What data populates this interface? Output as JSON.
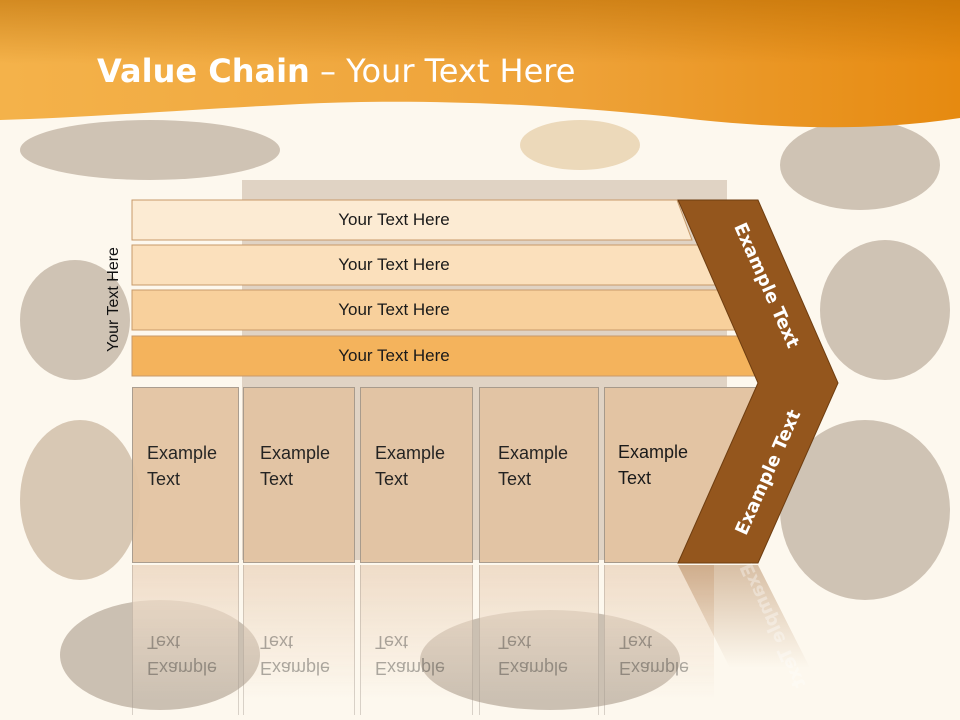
{
  "slide": {
    "title_bold": "Value Chain",
    "title_rest": " – Your Text Here",
    "vertical_label": "Your Text Here",
    "rows": [
      {
        "label": "Your Text Here",
        "fill": "#fcebd3"
      },
      {
        "label": "Your Text Here",
        "fill": "#fbe0bc"
      },
      {
        "label": "Your Text Here",
        "fill": "#f8d09c"
      },
      {
        "label": "Your Text Here",
        "fill": "#f4b35c"
      }
    ],
    "columns": [
      {
        "label": "Example Text"
      },
      {
        "label": "Example Text"
      },
      {
        "label": "Example Text"
      },
      {
        "label": "Example Text"
      },
      {
        "label": "Example Text"
      }
    ],
    "chevron_top_text": "Example Text",
    "chevron_bottom_text": "Example Text"
  },
  "colors": {
    "header_orange": "#e8901e",
    "chevron_brown": "#94561d",
    "background": "#fdf8ee"
  }
}
